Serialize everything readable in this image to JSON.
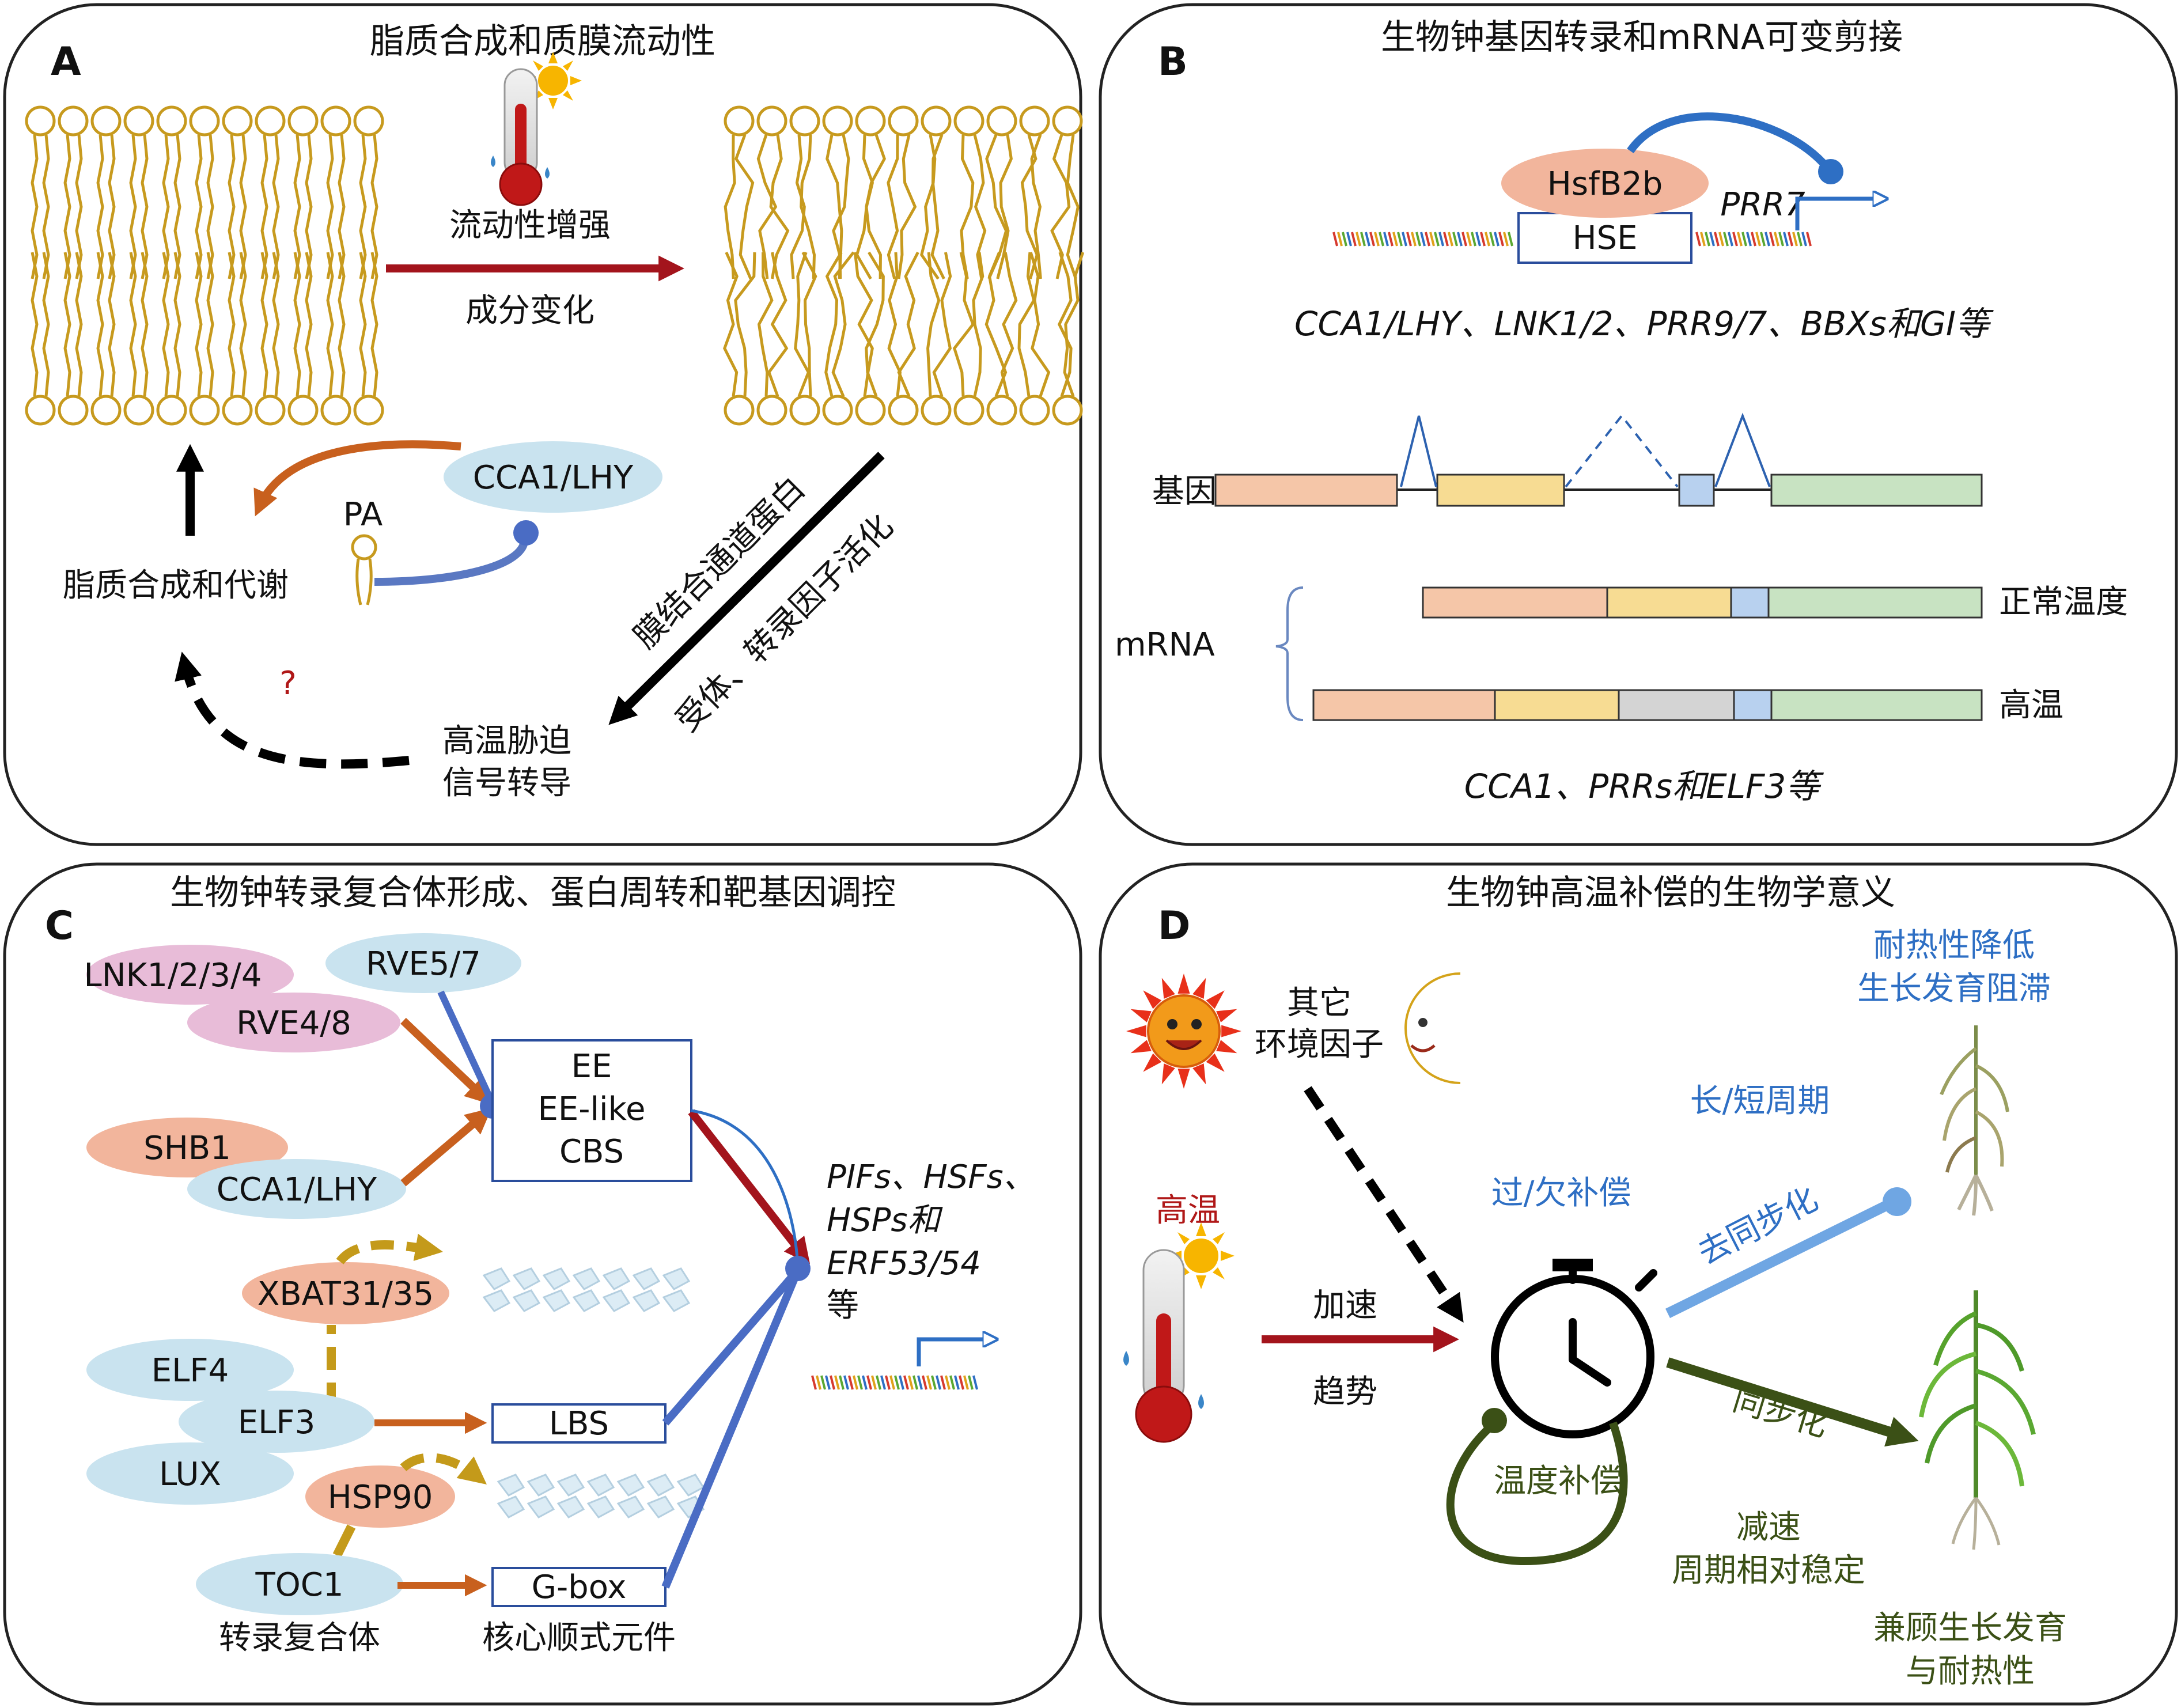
{
  "panels": {
    "A": {
      "letter": "A",
      "title": "脂质合成和质膜流动性"
    },
    "B": {
      "letter": "B",
      "title": "生物钟基因转录和mRNA可变剪接"
    },
    "C": {
      "letter": "C",
      "title": "生物钟转录复合体形成、蛋白周转和靶基因调控"
    },
    "D": {
      "letter": "D",
      "title": "生物钟高温补偿的生物学意义"
    }
  },
  "panelA": {
    "fluidity_increase": "流动性增强",
    "composition_change": "成分变化",
    "lipid_synthesis": "脂质合成和代谢",
    "cca1_lhy": "CCA1/LHY",
    "pa": "PA",
    "unknown": "?",
    "heat_stress_line1": "高温胁迫",
    "heat_stress_line2": "信号转导",
    "diag_line1": "膜结合通道蛋白",
    "diag_line2": "受体、转录因子活化"
  },
  "panelB": {
    "hsfb2b": "HsfB2b",
    "hse": "HSE",
    "prr7": "PRR7",
    "genes_line": "CCA1/LHY、LNK1/2、PRR9/7、BBXs和GI等",
    "gene_label": "基因",
    "mrna_label": "mRNA",
    "normal_temp": "正常温度",
    "high_temp": "高温",
    "splice_genes": "CCA1、PRRs和ELF3等"
  },
  "panelC": {
    "lnk": "LNK1/2/3/4",
    "rve57": "RVE5/7",
    "rve48": "RVE4/8",
    "shb1": "SHB1",
    "cca1_lhy": "CCA1/LHY",
    "ee": "EE",
    "ee_like": "EE-like",
    "cbs": "CBS",
    "xbat": "XBAT31/35",
    "elf4": "ELF4",
    "elf3": "ELF3",
    "lux": "LUX",
    "lbs": "LBS",
    "hsp90": "HSP90",
    "toc1": "TOC1",
    "gbox": "G-box",
    "complex_label": "转录复合体",
    "cis_label": "核心顺式元件",
    "targets_line1": "PIFs、HSFs、",
    "targets_line2": "HSPs和",
    "targets_line3": "ERF53/54",
    "targets_line4": "等"
  },
  "panelD": {
    "other_factors_line1": "其它",
    "other_factors_line2": "环境因子",
    "high_temp": "高温",
    "accelerate": "加速",
    "trend": "趋势",
    "over_under": "过/欠补偿",
    "temp_compensation": "温度补偿",
    "slow_down": "减速",
    "relative_stable": "周期相对稳定",
    "desync": "去同步化",
    "long_short": "长/短周期",
    "tolerance_down": "耐热性降低",
    "growth_arrest": "生长发育阻滞",
    "sync": "同步化",
    "balance_line1": "兼顾生长发育",
    "balance_line2": "与耐热性"
  },
  "colors": {
    "lipid": "#c79a1e",
    "heat_arrow": "#a3141c",
    "orange_arrow": "#c8601e",
    "blue_connector": "#4a6cc4",
    "green": "#3b5016",
    "light_blue": "#6fa6e3",
    "node_blue": "#c9e3ef",
    "node_pink": "#e8bcd8",
    "node_salmon": "#f2b59c"
  }
}
